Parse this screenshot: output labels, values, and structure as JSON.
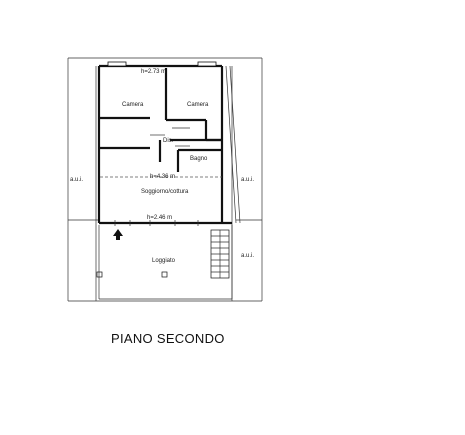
{
  "plan": {
    "title": "PIANO SECONDO",
    "rooms": {
      "camera_left": "Camera",
      "camera_right": "Camera",
      "disimpegno": "Dis.",
      "bagno": "Bagno",
      "soggiorno": "Soggiorno/cottura",
      "loggiato": "Loggiato"
    },
    "heights": {
      "top": "h=2.73 m",
      "middle": "h=4.36 m",
      "bottom": "h=2.46 m"
    },
    "neighbours": {
      "left": "a.u.i.",
      "right_upper": "a.u.i.",
      "right_lower": "a.u.i."
    }
  }
}
